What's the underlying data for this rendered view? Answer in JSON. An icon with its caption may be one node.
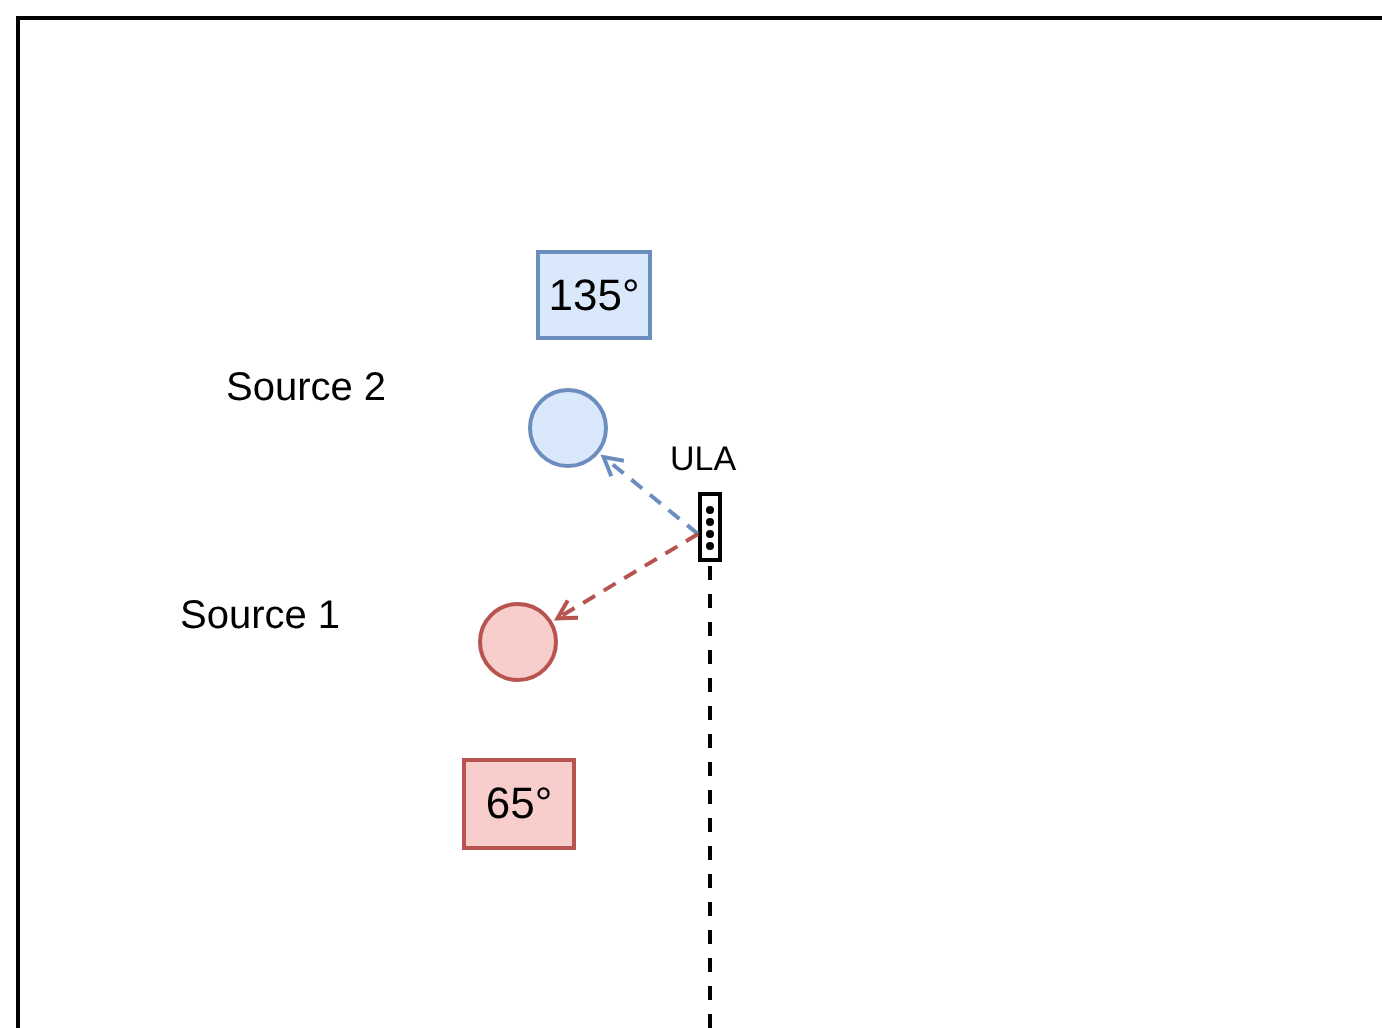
{
  "diagram": {
    "nodes": [
      {
        "text": [
          "135°"
        ]
      },
      {
        "text": [],
        "shape": "circle",
        "beside": [
          "Source 2"
        ]
      },
      {
        "text": [
          "ULA"
        ]
      },
      {
        "text": [],
        "shape": "circle",
        "beside": [
          "Source 1"
        ]
      },
      {
        "text": [
          "65°"
        ]
      }
    ],
    "edges": [
      {
        "from": 2,
        "to": 1,
        "arrow": "to",
        "style": "dashed",
        "color": "#6c8ebf"
      },
      {
        "from": 2,
        "to": 3,
        "arrow": "to",
        "style": "dashed",
        "color": "#b85450"
      }
    ]
  }
}
